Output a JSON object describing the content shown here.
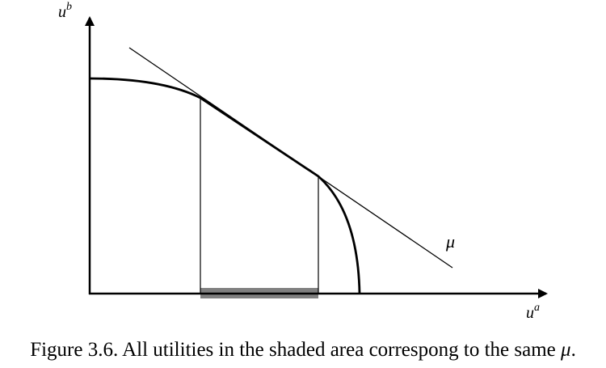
{
  "labels": {
    "y_axis": "u",
    "y_axis_sup": "b",
    "x_axis": "u",
    "x_axis_sup": "a",
    "line": "μ"
  },
  "caption": {
    "number": "Figure 3.6.",
    "text": "All utilities in the shaded area correspong to the same",
    "symbol": "μ",
    "end": "."
  },
  "colors": {
    "ink": "#000000",
    "shade": "#808080"
  }
}
